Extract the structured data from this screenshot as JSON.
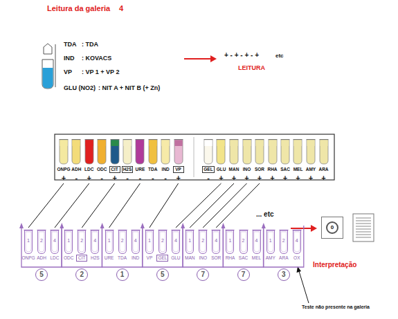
{
  "diagram": {
    "nodes": [
      {
        "text": [
          "ONPG",
          "+"
        ]
      },
      {
        "text": [
          "ADH",
          "-"
        ]
      },
      {
        "text": [
          "LDC",
          "+"
        ]
      },
      {
        "text": [
          "ODC",
          "-"
        ]
      },
      {
        "text": [
          "CIT",
          "+"
        ]
      },
      {
        "text": [
          "H2S",
          "-"
        ]
      },
      {
        "text": [
          "URE",
          "-"
        ]
      },
      {
        "text": [
          "TDA",
          "-"
        ]
      },
      {
        "text": [
          "IND",
          "-"
        ]
      },
      {
        "text": [
          "VP",
          "+"
        ]
      },
      {
        "text": [
          "GEL",
          "-"
        ]
      },
      {
        "text": [
          "GLU",
          "+"
        ]
      },
      {
        "text": [
          "MAN",
          "+"
        ]
      },
      {
        "text": [
          "INO",
          "+"
        ]
      },
      {
        "text": [
          "SOR",
          "+"
        ]
      },
      {
        "text": [
          "RHA",
          "+"
        ]
      },
      {
        "text": [
          "SAC",
          "+"
        ]
      },
      {
        "text": [
          "MEL",
          "+"
        ]
      },
      {
        "text": [
          "AMY",
          "+"
        ]
      },
      {
        "text": [
          "ARA",
          "+"
        ]
      },
      {
        "text": [
          "1",
          "ONPG"
        ]
      },
      {
        "text": [
          "2",
          "ADH"
        ]
      },
      {
        "text": [
          "4",
          "LDC"
        ]
      },
      {
        "text": [
          "1",
          "ODC"
        ]
      },
      {
        "text": [
          "2",
          "CIT"
        ]
      },
      {
        "text": [
          "4",
          "H2S"
        ]
      },
      {
        "text": [
          "1",
          "URE"
        ]
      },
      {
        "text": [
          "2",
          "TDA"
        ]
      },
      {
        "text": [
          "4",
          "IND"
        ]
      },
      {
        "text": [
          "1",
          "VP"
        ]
      },
      {
        "text": [
          "2",
          "GEL"
        ]
      },
      {
        "text": [
          "4",
          "GLU"
        ]
      },
      {
        "text": [
          "1",
          "MAN"
        ]
      },
      {
        "text": [
          "2",
          "INO"
        ]
      },
      {
        "text": [
          "4",
          "SOR"
        ]
      },
      {
        "text": [
          "1",
          "RHA"
        ]
      },
      {
        "text": [
          "2",
          "SAC"
        ]
      },
      {
        "text": [
          "4",
          "MEL"
        ]
      },
      {
        "text": [
          "1",
          "AMY"
        ]
      },
      {
        "text": [
          "2",
          "ARA"
        ]
      },
      {
        "text": [
          "4",
          "OX"
        ]
      },
      {
        "text": [
          "0"
        ]
      },
      {
        "text": [
          "5"
        ]
      },
      {
        "text": [
          "2"
        ]
      },
      {
        "text": [
          "1"
        ]
      },
      {
        "text": [
          "5"
        ]
      },
      {
        "text": [
          "7"
        ]
      },
      {
        "text": [
          "7"
        ]
      },
      {
        "text": [
          "3"
        ]
      }
    ],
    "edges": [
      {
        "from": 0,
        "to": 20,
        "arrow": "none"
      },
      {
        "from": 2,
        "to": 22,
        "arrow": "none"
      },
      {
        "from": 4,
        "to": 24,
        "arrow": "none"
      },
      {
        "from": 6,
        "to": 26,
        "arrow": "none"
      },
      {
        "from": 9,
        "to": 29,
        "arrow": "none"
      },
      {
        "from": 11,
        "to": 31,
        "arrow": "none"
      },
      {
        "from": 12,
        "to": 32,
        "arrow": "none"
      },
      {
        "from": 13,
        "to": 33,
        "arrow": "none"
      },
      {
        "from": 14,
        "to": 34,
        "arrow": "none"
      }
    ],
    "labels": [
      "Leitura da galeria",
      "4",
      "TDA",
      ": TDA",
      "IND",
      ": KOVACS",
      "VP",
      ": VP 1 + VP 2",
      "GLU (NO2)",
      ": NIT A + NIT B (+ Zn)",
      "+ - + - + - +",
      "etc",
      "LEITURA",
      "... etc",
      "Interpretação",
      "Teste não presente na galeria"
    ]
  }
}
